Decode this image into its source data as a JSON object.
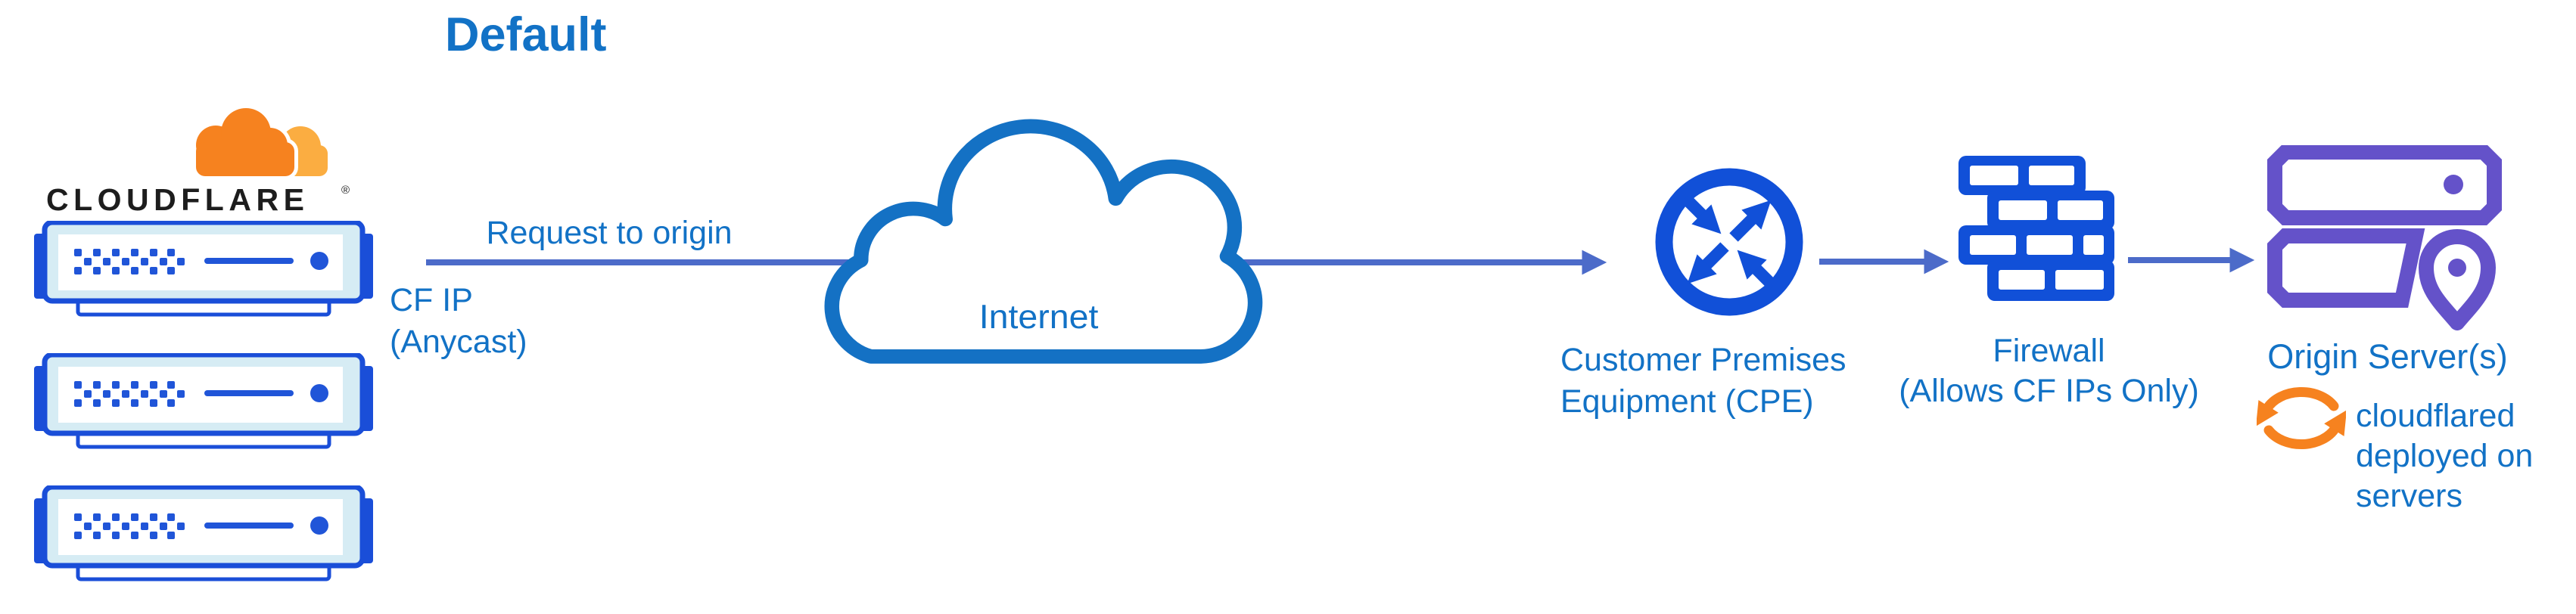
{
  "title": "Default",
  "colors": {
    "background": "#FFFFFF",
    "label_blue": "#1272C6",
    "line_blue": "#4C6BC9",
    "icon_blue": "#1150D8",
    "cloud_blue": "#1471C4",
    "server_blue": "#1A4ED8",
    "server_dot": "#2055D8",
    "server_pale": "#D6ECF4",
    "purple": "#6452C9",
    "orange": "#F6821F",
    "orange_light": "#FBAD41",
    "wordmark_black": "#1D1D1D"
  },
  "cloudflare": {
    "brand": "CLOUDFLARE",
    "reg_mark": "®",
    "edge_server_count": 3
  },
  "flow": {
    "request_label": "Request to origin",
    "cf_ip_line1": "CF IP",
    "cf_ip_line2": "(Anycast)",
    "internet_label": "Internet",
    "cpe_label_line1": "Customer Premises",
    "cpe_label_line2": "Equipment (CPE)",
    "firewall_label_line1": "Firewall",
    "firewall_label_line2": "(Allows CF IPs Only)",
    "origin_label": "Origin Server(s)",
    "cloudflared_note_line1": "cloudflared",
    "cloudflared_note_line2": "deployed on",
    "cloudflared_note_line3": "servers"
  },
  "icons": {
    "cloudflare_logo": "orange-two-tone-cloud",
    "edge_server": "rack-server-front-panel",
    "internet": "cloud-outline",
    "cpe": "router-crossed-arrows-in-circle",
    "firewall": "brick-wall",
    "origin_servers": "stacked-servers-with-location-pin",
    "cloudflared": "sync-arrows-circle"
  }
}
